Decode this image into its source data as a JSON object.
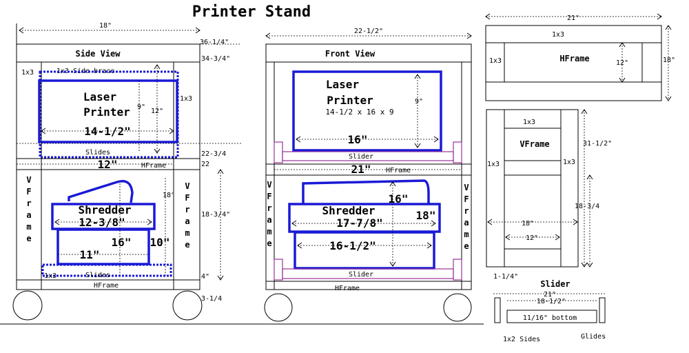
{
  "title": "Printer Stand",
  "side": {
    "heading": "Side View",
    "width": "18\"",
    "h_total": "36-1/4\"",
    "h_top": "34-3/4\"",
    "h_upper_shelf": "22-3/4",
    "h_22": "22",
    "h_lower_span": "18-3/4\"",
    "h_4": "4\"",
    "h_bottom": "3-1/4",
    "lbl_1x3_left_top": "1x3",
    "lbl_side_brace": "1x3 Side brace",
    "lbl_1x3_right_top": "1x3",
    "laser_line1": "Laser",
    "laser_line2": "Printer",
    "laser_depth": "14-1/2\"",
    "laser_h9": "9\"",
    "laser_h12": "12\"",
    "slides_top": "Slides",
    "hframe_mid_dim": "12\"",
    "hframe_mid_label": "HFrame",
    "vframe_left": [
      "V",
      "F",
      "r",
      "a",
      "m",
      "e"
    ],
    "vframe_right": [
      "V",
      "F",
      "r",
      "a",
      "m",
      "e"
    ],
    "shredder_label": "Shredder",
    "shredder_dim": "12-3/8\"",
    "shredder_16": "16\"",
    "shredder_18": "18\"",
    "shredder_10": "10\"",
    "shredder_11": "11\"",
    "lbl_1x3_bottom": "1x3",
    "slides_bottom": "Slides",
    "hframe_bottom": "HFrame"
  },
  "front": {
    "heading": "Front View",
    "width": "22-1/2\"",
    "laser_line1": "Laser",
    "laser_line2": "Printer",
    "laser_size": "14-1/2 x 16 x 9",
    "laser_9": "9\"",
    "laser_16": "16\"",
    "slider_top": "Slider",
    "hframe_mid_dim": "21\"",
    "hframe_mid_label": "HFrame",
    "vframe_left": [
      "V",
      "F",
      "r",
      "a",
      "m",
      "e"
    ],
    "vframe_right": [
      "V",
      "F",
      "r",
      "a",
      "m",
      "e"
    ],
    "shredder_label": "Shredder",
    "shredder_16": "16\"",
    "shredder_18": "18\"",
    "shredder_dim": "17-7/8\"",
    "shredder_dim2": "16-1/2\"",
    "slider_bottom": "Slider",
    "hframe_bottom": "HFrame"
  },
  "hframe": {
    "width": "21\"",
    "top_1x3": "1x3",
    "left_1x3": "1x3",
    "label": "HFrame",
    "inner_12": "12\"",
    "outer_18": "18\""
  },
  "vframe": {
    "top_1x3": "1x3",
    "label": "VFrame",
    "left_1x3": "1x3",
    "right_1x3": "1x3",
    "height": "31-1/2\"",
    "lower": "18-3/4",
    "width_18": "18\"",
    "inner_12": "12\""
  },
  "slider": {
    "title": "Slider",
    "w_114": "1-1/4\"",
    "width_21": "21\"",
    "inner": "18-1/2\"",
    "bottom": "11/16\" bottom",
    "sides": "1x2 Sides",
    "glides": "Glides"
  }
}
